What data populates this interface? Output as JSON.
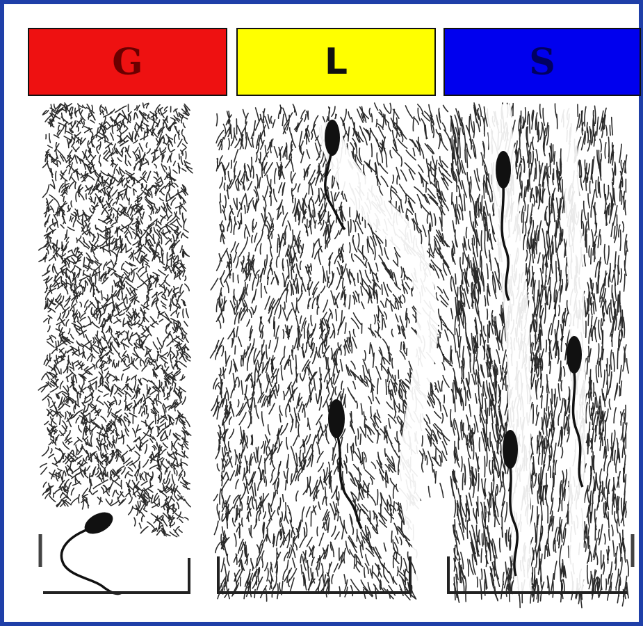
{
  "panels": [
    {
      "id": "g",
      "label": "G",
      "color": "#ee1111",
      "text_color": "#6a0000"
    },
    {
      "id": "l",
      "label": "L",
      "color": "#ffff00",
      "text_color": "#111111"
    },
    {
      "id": "s",
      "label": "S",
      "color": "#0000ee",
      "text_color": "#000060"
    }
  ]
}
